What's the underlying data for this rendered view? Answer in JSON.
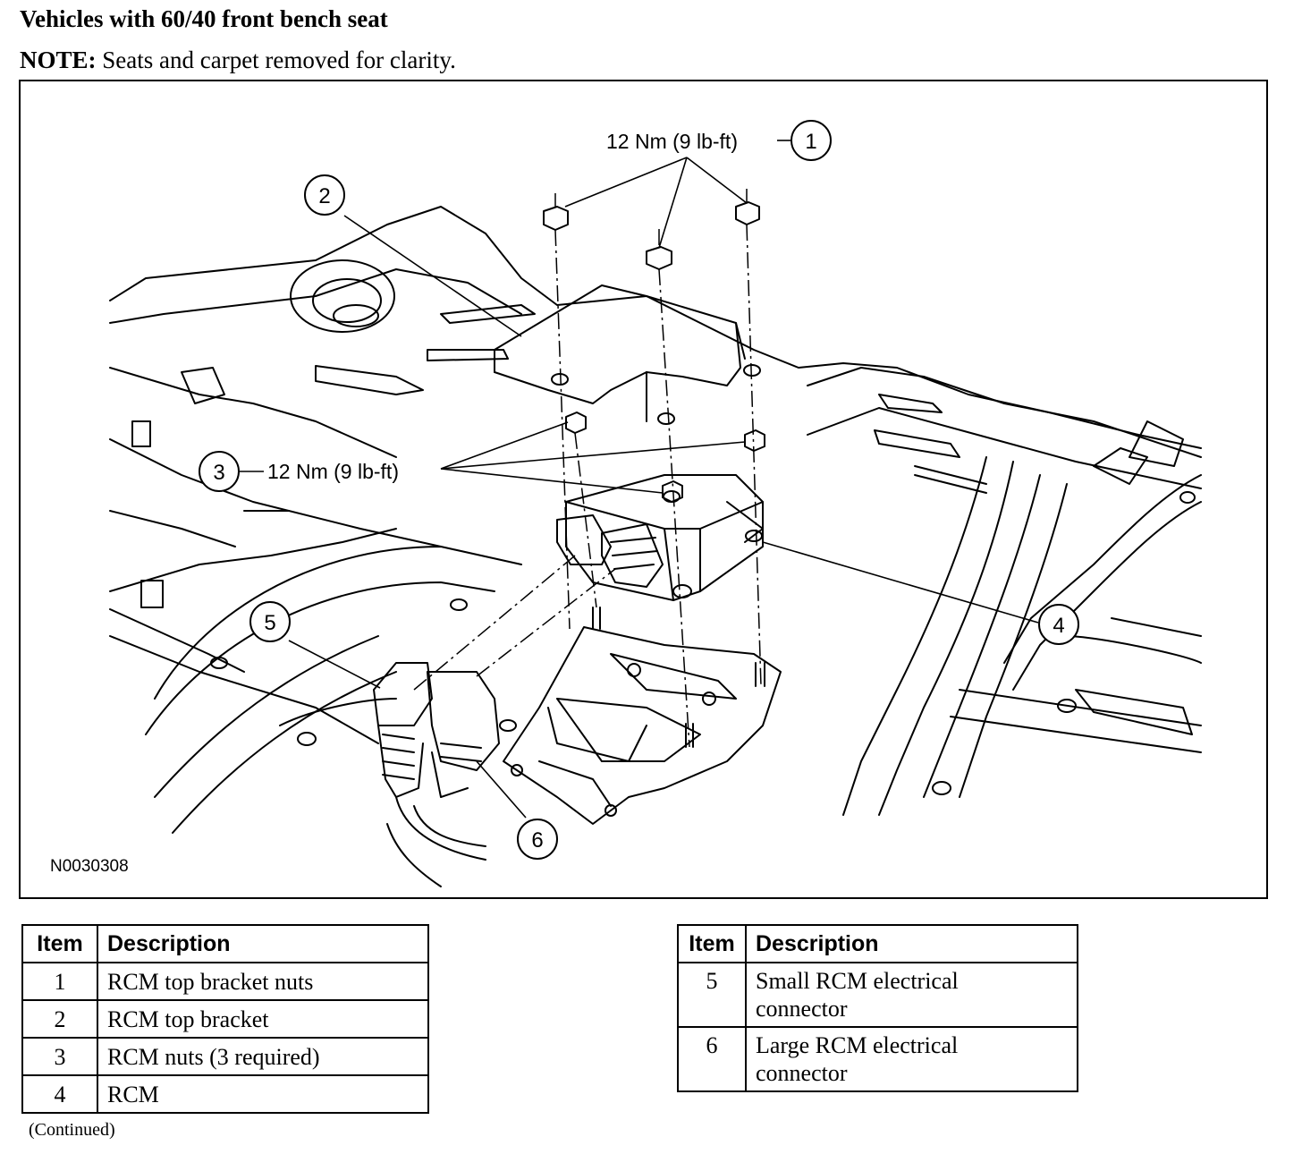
{
  "heading": "Vehicles with 60/40 front bench seat",
  "note": {
    "label": "NOTE:",
    "text": "Seats and carpet removed for clarity."
  },
  "figure": {
    "id": "N0030308",
    "torque_top": "12 Nm (9 lb-ft)",
    "torque_mid": "12 Nm (9 lb-ft)",
    "callouts": [
      "1",
      "2",
      "3",
      "4",
      "5",
      "6"
    ]
  },
  "table_left": {
    "headers": [
      "Item",
      "Description"
    ],
    "rows": [
      {
        "item": "1",
        "description": "RCM top bracket nuts"
      },
      {
        "item": "2",
        "description": "RCM top bracket"
      },
      {
        "item": "3",
        "description": "RCM nuts (3 required)"
      },
      {
        "item": "4",
        "description": "RCM"
      }
    ]
  },
  "table_right": {
    "headers": [
      "Item",
      "Description"
    ],
    "rows": [
      {
        "item": "5",
        "description_lines": [
          "Small RCM electrical",
          "connector"
        ]
      },
      {
        "item": "6",
        "description_lines": [
          "Large RCM electrical",
          "connector"
        ]
      }
    ]
  },
  "continued": "(Continued)"
}
